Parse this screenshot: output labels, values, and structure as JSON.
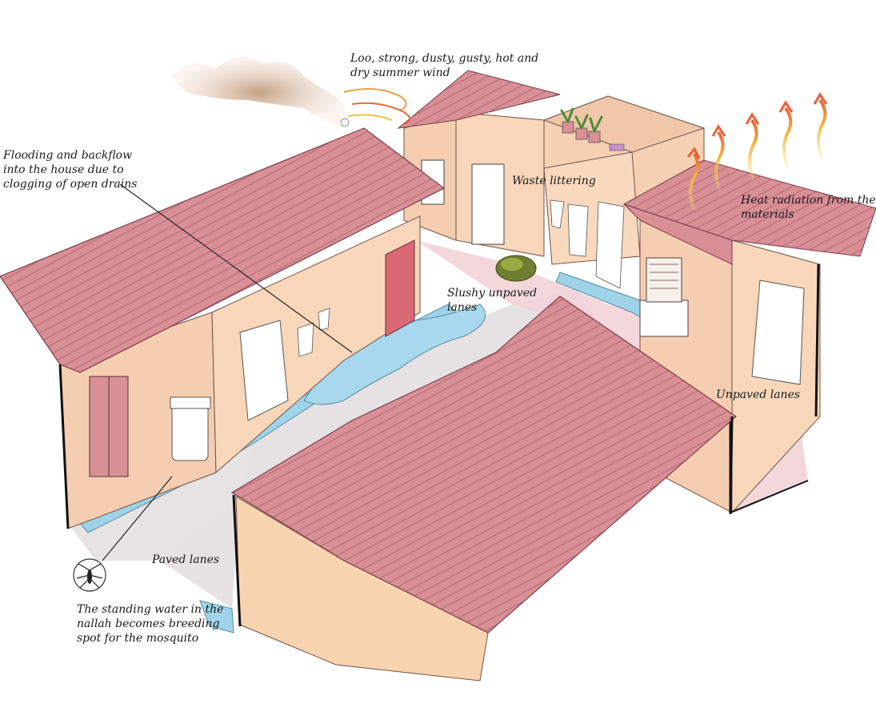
{
  "labels": {
    "loo_wind": "Loo, strong, dusty, gusty, hot and dry summer wind",
    "flooding": "Flooding and backflow into the house due to clogging of open drains",
    "waste": "Waste littering",
    "heat": "Heat radiation from the materials",
    "slushy": "Slushy unpaved lanes",
    "unpaved": "Unpaved lanes",
    "paved": "Paved lanes",
    "mosquito": "The standing water in the nallah becomes breeding spot for the mosquito"
  },
  "icons": [
    "dust-cloud-icon",
    "wind-swirl-icon",
    "heat-arrow-icon",
    "mosquito-icon",
    "plant-pot-icon",
    "cooler-icon"
  ],
  "colors": {
    "roof": "#d98f96",
    "roof_stripe": "#9c4b57",
    "wall": "#f7d3b0",
    "wall_dark": "#edc19a",
    "ground": "#e8e4e4",
    "lane_pink": "#f1cfd3",
    "water": "#9fd3ea",
    "door_red": "#d96a75",
    "heat_arrow": "#f0a83a",
    "dust": "#c9a98a"
  }
}
